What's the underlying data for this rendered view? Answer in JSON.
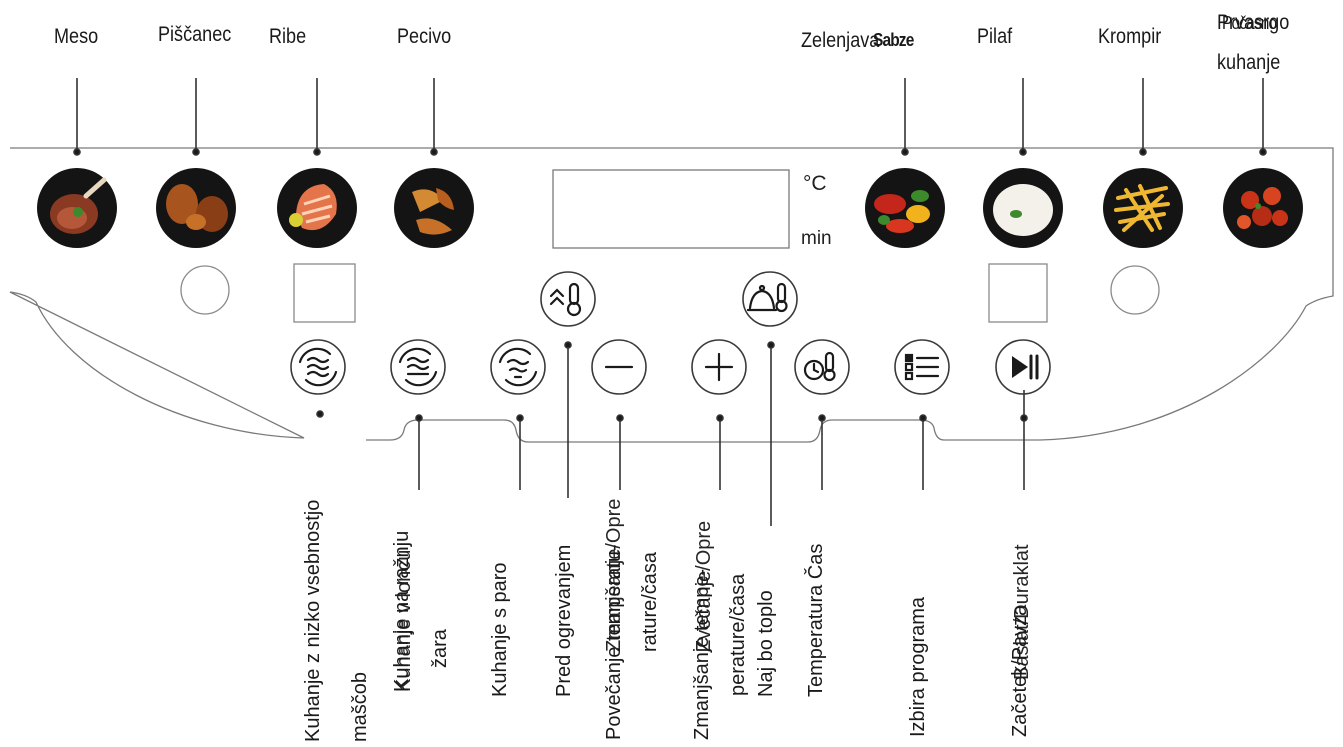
{
  "programs": [
    {
      "label": "Meso",
      "icon": "steak-icon"
    },
    {
      "label": "Piščanec",
      "icon": "roast-chicken-icon"
    },
    {
      "label": "Ribe",
      "icon": "salmon-icon"
    },
    {
      "label": "Pecivo",
      "icon": "croissant-icon"
    },
    {
      "label": "Zelenjava",
      "overlay": "Sabze",
      "icon": "vegetables-icon"
    },
    {
      "label": "Pilaf",
      "icon": "rice-icon"
    },
    {
      "label": "Krompir",
      "icon": "fries-icon"
    },
    {
      "label": "Prvasrgo",
      "overlay": "Počasno",
      "label_line2": "kuhanje",
      "icon": "stew-icon"
    }
  ],
  "display": {
    "unit_temp": "°C",
    "unit_time": "min"
  },
  "bottom_labels": [
    {
      "lines": [
        "Kuhanje z nizko vsebnostjo",
        "maščob"
      ]
    },
    {
      "lines": [
        "Kuhanje na ražnju",
        "žara"
      ],
      "overlay": "Kuhanje v loncu"
    },
    {
      "lines": [
        "Kuhanje s paro"
      ]
    },
    {
      "lines": [
        "Pred ogrevanjem"
      ]
    },
    {
      "lines": [
        "Povečanje temperatu-",
        "rature/časa"
      ],
      "overlay": "Zmanjšanje/Opre"
    },
    {
      "lines": [
        "Zmanjšanje tempe-",
        "perature/časa"
      ],
      "overlay": "Zvečanje/Opre"
    },
    {
      "lines": [
        "Naj bo toplo"
      ]
    },
    {
      "lines": [
        "Temperatura Čas"
      ]
    },
    {
      "lines": [
        "Izbira programa"
      ]
    },
    {
      "lines": [
        "Začetek/Pavza"
      ],
      "overlay": "Baslat/Duraklat"
    }
  ],
  "colors": {
    "line": "#3a3a3a",
    "panel": "#7a7a7a",
    "text": "#1a1a1a"
  }
}
